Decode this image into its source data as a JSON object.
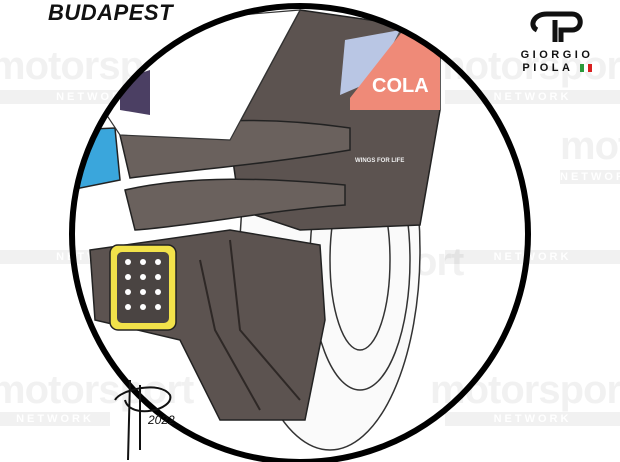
{
  "title": "BUDAPEST",
  "logo": {
    "line1": "GIORGIO",
    "line2": "PIOLA",
    "flag_colors": [
      "#2a9a3a",
      "#ffffff",
      "#d92020"
    ]
  },
  "watermark": {
    "brand": "motorsport",
    "sub": "NETWORK"
  },
  "livery": {
    "sponsor": "COLA",
    "decal": "WINGS FOR LIFE"
  },
  "signature": {
    "year": "2022"
  },
  "colors": {
    "body": "#5c5350",
    "sponsor_bg": "#ef8a78",
    "light_blue": "#b9c6e4",
    "blue_part": "#3aa6dc",
    "plate_yellow": "#f2e24a"
  }
}
